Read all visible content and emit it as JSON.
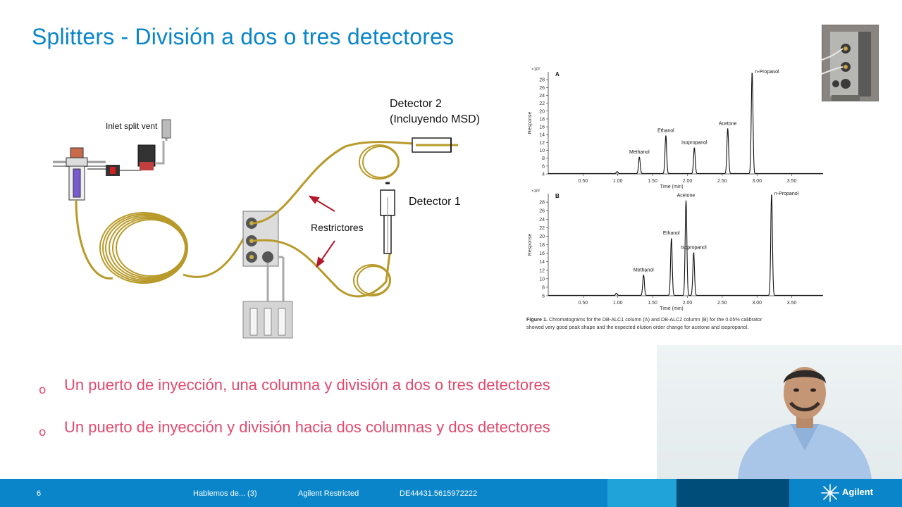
{
  "slide": {
    "title": "Splitters - División a dos o tres detectores"
  },
  "diagram": {
    "inlet_label": "Inlet split vent",
    "detector2_line1": "Detector 2",
    "detector2_line2": "(Incluyendo MSD)",
    "detector1_label": "Detector 1",
    "restrictores_label": "Restrictores",
    "tube_color": "#b89a2a",
    "arrow_color": "#b3182c"
  },
  "charts": {
    "caption_bold": "Figure 1.",
    "caption_line1": " Chromatograms for the DB-ALC1 column (A) and DB-ALC2 column (B) for the 0.05% calibrator",
    "caption_line2": "showed very good peak shape and the expected elution order change for acetone and isopropanol."
  },
  "chart_data": [
    {
      "type": "line",
      "panel": "A",
      "ylabel": "Response",
      "xlabel": "Time (min)",
      "y_exponent_label": "×10²",
      "xticks": [
        "0.50",
        "1.00",
        "1.50",
        "2.00",
        "2.50",
        "3.00",
        "3.50"
      ],
      "yticks": [
        "4",
        "6",
        "8",
        "10",
        "12",
        "14",
        "16",
        "18",
        "20",
        "22",
        "24",
        "26",
        "28"
      ],
      "xlim": [
        0.0,
        3.95
      ],
      "ylim": [
        4,
        30
      ],
      "peaks": [
        {
          "name": "",
          "time": 0.99,
          "height": 4.6
        },
        {
          "name": "Methanol",
          "time": 1.31,
          "height": 8.3
        },
        {
          "name": "Ethanol",
          "time": 1.69,
          "height": 13.8
        },
        {
          "name": "Isopropanol",
          "time": 2.1,
          "height": 10.7
        },
        {
          "name": "Acetone",
          "time": 2.58,
          "height": 15.6
        },
        {
          "name": "n-Propanol",
          "time": 2.93,
          "height": 30.0
        }
      ]
    },
    {
      "type": "line",
      "panel": "B",
      "ylabel": "Response",
      "xlabel": "Time (min)",
      "y_exponent_label": "×10²",
      "xticks": [
        "0.50",
        "1.00",
        "1.50",
        "2.00",
        "2.50",
        "3.00",
        "3.50"
      ],
      "yticks": [
        "6",
        "8",
        "10",
        "12",
        "14",
        "16",
        "18",
        "20",
        "22",
        "24",
        "26",
        "28"
      ],
      "xlim": [
        0.0,
        3.95
      ],
      "ylim": [
        6,
        30
      ],
      "peaks": [
        {
          "name": "",
          "time": 0.98,
          "height": 6.6
        },
        {
          "name": "Methanol",
          "time": 1.37,
          "height": 10.9
        },
        {
          "name": "Ethanol",
          "time": 1.77,
          "height": 19.6
        },
        {
          "name": "Acetone",
          "time": 1.98,
          "height": 28.4
        },
        {
          "name": "Isopropanol",
          "time": 2.09,
          "height": 16.2
        },
        {
          "name": "n-Propanol",
          "time": 3.21,
          "height": 30.0
        }
      ]
    }
  ],
  "bullets": [
    {
      "marker": "o",
      "text": "Un puerto de inyección, una columna y división a dos o tres detectores"
    },
    {
      "marker": "o",
      "text": "Un puerto de inyección y división hacia dos columnas y dos detectores"
    }
  ],
  "footer": {
    "page_number": "6",
    "presentation": "Hablemos de... (3)",
    "classification": "Agilent Restricted",
    "doc_id": "DE44431.5615972222",
    "brand": "Agilent",
    "colors": {
      "main": "#0a85c9",
      "light": "#1fa3d8",
      "dark": "#004d7a"
    }
  },
  "colors": {
    "title": "#0a85c9",
    "bullet_text": "#e1496d"
  }
}
